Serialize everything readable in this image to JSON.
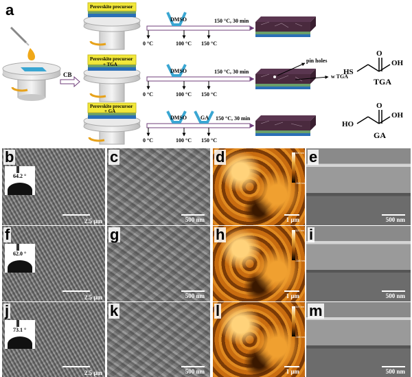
{
  "panel_a": {
    "letter": "a",
    "cb_label": "CB",
    "rows": [
      {
        "precursor_line1": "Perovskite precursor",
        "precursor_line2": "",
        "step1": "DMSO",
        "step2": "",
        "anneal": "150 °C, 30 min",
        "temps": [
          "0 °C",
          "100 °C",
          "150 °C"
        ]
      },
      {
        "precursor_line1": "Perovskite precursor",
        "precursor_line2": "+ TGA",
        "step1": "DMSO",
        "step2": "",
        "anneal": "150 °C, 30 min",
        "temps": [
          "0 °C",
          "100 °C",
          "150 °C"
        ],
        "annotation_pin": "pin holes",
        "annotation_tga": "w TGA"
      },
      {
        "precursor_line1": "Perovskite precursor",
        "precursor_line2": "+ GA",
        "step1": "DMSO",
        "step2": "GA",
        "anneal": "150 °C, 30 min",
        "temps": [
          "0 °C",
          "100 °C",
          "150 °C"
        ]
      }
    ],
    "molecules": [
      {
        "name": "TGA",
        "left_group": "HS",
        "right_group": "OH",
        "carbonyl": "O"
      },
      {
        "name": "GA",
        "left_group": "HO",
        "right_group": "OH",
        "carbonyl": "O"
      }
    ]
  },
  "image_panels": [
    {
      "letter": "b",
      "angle": "64.2 °",
      "scale": "2.5 μm"
    },
    {
      "letter": "c",
      "scale": "500 nm"
    },
    {
      "letter": "d",
      "scale": "1 μm",
      "cbar_top": "110 nm",
      "cbar_bottom": "-110 nm"
    },
    {
      "letter": "e",
      "scale": "500 nm"
    },
    {
      "letter": "f",
      "angle": "62.0 °",
      "scale": "2.5 μm"
    },
    {
      "letter": "g",
      "scale": "500 nm"
    },
    {
      "letter": "h",
      "scale": "1 μm",
      "cbar_top": "110 nm",
      "cbar_bottom": "-110 nm"
    },
    {
      "letter": "i",
      "scale": "500 nm"
    },
    {
      "letter": "j",
      "angle": "73.1 °",
      "scale": "2.5 μm"
    },
    {
      "letter": "k",
      "scale": "500 nm"
    },
    {
      "letter": "l",
      "scale": "1 μm",
      "cbar_top": "110 nm",
      "cbar_bottom": "-110 nm"
    },
    {
      "letter": "m",
      "scale": "500 nm"
    }
  ],
  "colors": {
    "precursor_yellow": "#f2e83a",
    "substrate_green": "#6a9f6a",
    "substrate_blue": "#2a6fb7",
    "film_purple": "#4a2a3e",
    "droplet": "#f0a818",
    "arrow_orange": "#e7a21b",
    "timeline_purple": "#6f3d7a",
    "dmso_blue": "#3aa6d2"
  }
}
